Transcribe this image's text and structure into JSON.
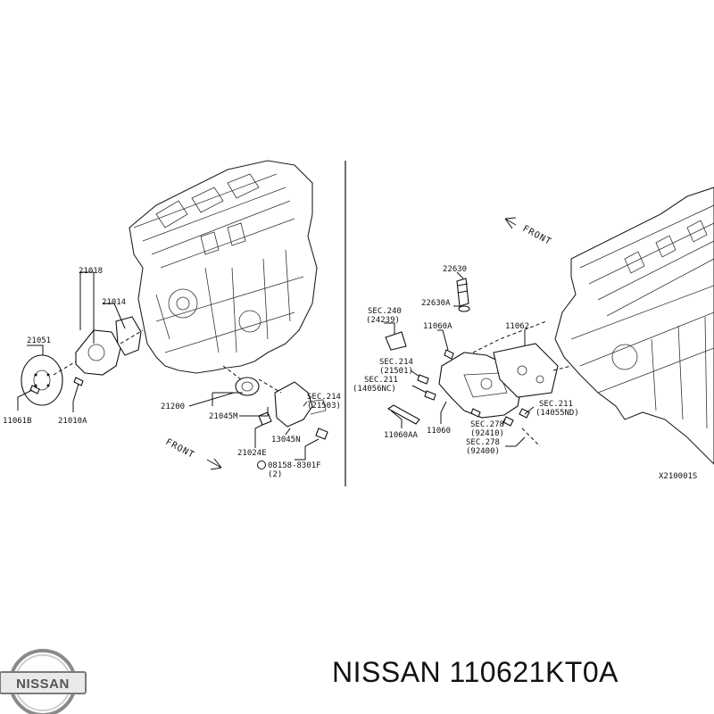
{
  "brand": {
    "name": "NISSAN"
  },
  "caption": {
    "text": "NISSAN 110621KT0A"
  },
  "diagram": {
    "code": "X210001S",
    "front_labels": [
      "FRONT",
      "FRONT"
    ],
    "left": {
      "labels": [
        "21018",
        "21014",
        "21051",
        "11061B",
        "21010A",
        "21200",
        "21045M",
        "21024E",
        "13045N",
        "SEC.214",
        "(21503)",
        "08158-8301F",
        "(2)"
      ]
    },
    "right": {
      "labels": [
        "22630",
        "SEC.240",
        "(24239)",
        "22630A",
        "11060A",
        "11062",
        "SEC.214",
        "(21501)",
        "SEC.211",
        "(14056NC)",
        "11060AA",
        "11060",
        "SEC.278",
        "(92410)",
        "SEC.278",
        "(92400)",
        "SEC.211",
        "(14055ND)"
      ]
    }
  }
}
